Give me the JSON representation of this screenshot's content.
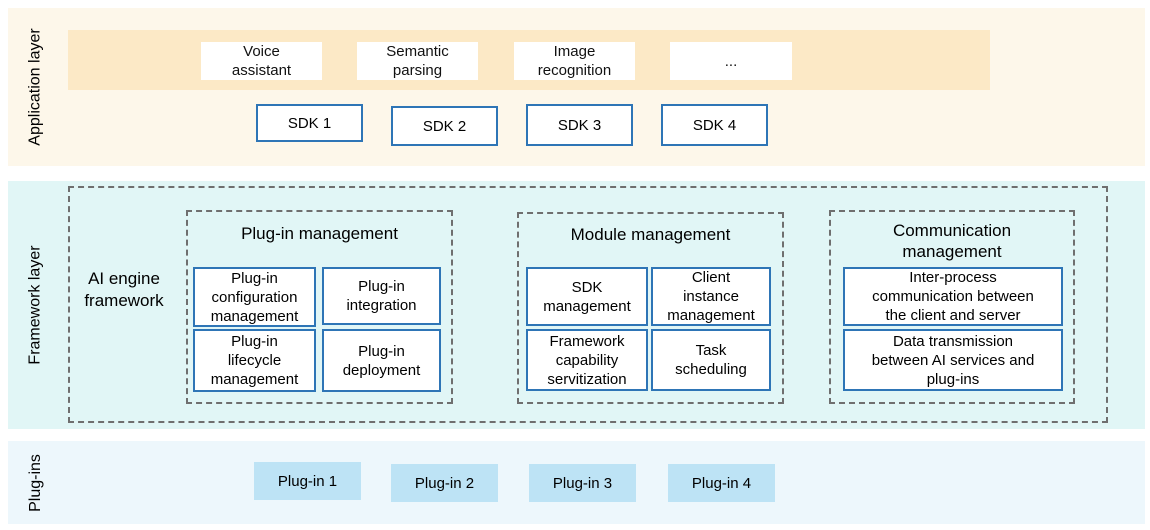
{
  "layers": {
    "application": "Application layer",
    "framework": "Framework layer",
    "plugins": "Plug-ins"
  },
  "apps": [
    "Voice\nassistant",
    "Semantic\nparsing",
    "Image\nrecognition",
    "..."
  ],
  "sdks": [
    "SDK 1",
    "SDK 2",
    "SDK 3",
    "SDK 4"
  ],
  "framework": {
    "engine_label": "AI engine\nframework",
    "plugin_management": {
      "title": "Plug-in management",
      "items": [
        "Plug-in\nconfiguration\nmanagement",
        "Plug-in\nintegration",
        "Plug-in\nlifecycle\nmanagement",
        "Plug-in\ndeployment"
      ]
    },
    "module_management": {
      "title": "Module management",
      "items": [
        "SDK\nmanagement",
        "Client\ninstance\nmanagement",
        "Framework\ncapability\nservitization",
        "Task\nscheduling"
      ]
    },
    "communication_management": {
      "title": "Communication\nmanagement",
      "items": [
        "Inter-process\ncommunication between\nthe client and server",
        "Data transmission\nbetween AI services and\nplug-ins"
      ]
    }
  },
  "plugins": [
    "Plug-in 1",
    "Plug-in 2",
    "Plug-in 3",
    "Plug-in 4"
  ],
  "colors": {
    "application_bg": "#fdf7ea",
    "application_band": "#fce9c6",
    "framework_bg": "#e1f6f6",
    "plugins_bg": "#edf7fc",
    "box_border": "#2e75b6",
    "plugin_fill": "#bde3f5",
    "dashed_border": "#6f6f6f"
  }
}
